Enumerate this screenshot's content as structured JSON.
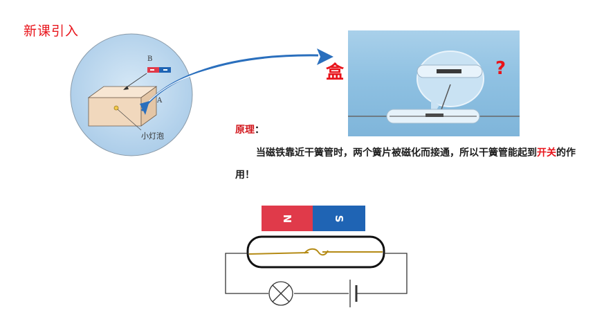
{
  "slide": {
    "title": "新课引入"
  },
  "box_figure": {
    "label_b": "B",
    "label_a": "A",
    "bulb_label": "小灯泡"
  },
  "photo": {
    "headline_left": "盒",
    "headline_right": "?"
  },
  "principle": {
    "label": "原理",
    "colon": "：",
    "text_before": "当磁铁靠近干簧管时，两个簧片被磁化而接通，所以干簧管能起到",
    "highlight": "开关",
    "text_after": "的作用！"
  },
  "circuit": {
    "magnet_n": "N",
    "magnet_s": "S"
  },
  "colors": {
    "title_red": "#e8141b",
    "magnet_north": "#e03a4a",
    "magnet_south": "#1f64b4",
    "circle_fill": "#b9d7ee",
    "box_fill": "#f1d8bd"
  }
}
